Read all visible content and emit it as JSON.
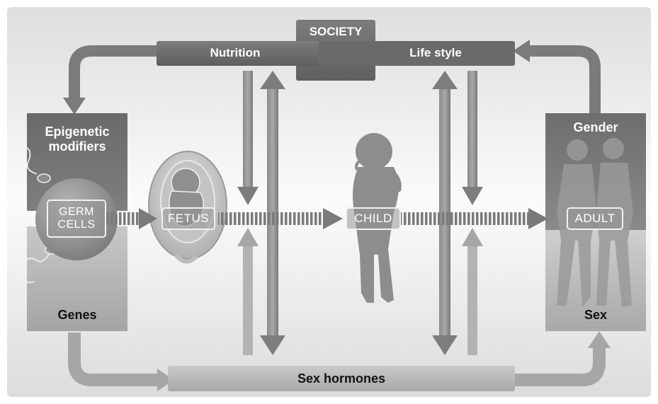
{
  "society": {
    "label": "SOCIETY"
  },
  "environment": {
    "nutrition": "Nutrition",
    "life_style": "Life style"
  },
  "left_panel": {
    "top_label": "Epigenetic modifiers",
    "bottom_label": "Genes",
    "cell_label": "GERM CELLS"
  },
  "stages": {
    "fetus": "FETUS",
    "child": "CHILD",
    "adult": "ADULT"
  },
  "right_panel": {
    "top_label": "Gender",
    "bottom_label": "Sex"
  },
  "bottom_bar": {
    "label": "Sex hormones"
  },
  "colors": {
    "dark_gray": "#6f6f6f",
    "mid_gray": "#8c8c8c",
    "light_gray": "#b9b9b9",
    "arrow_gray": "#7d7d7d"
  }
}
